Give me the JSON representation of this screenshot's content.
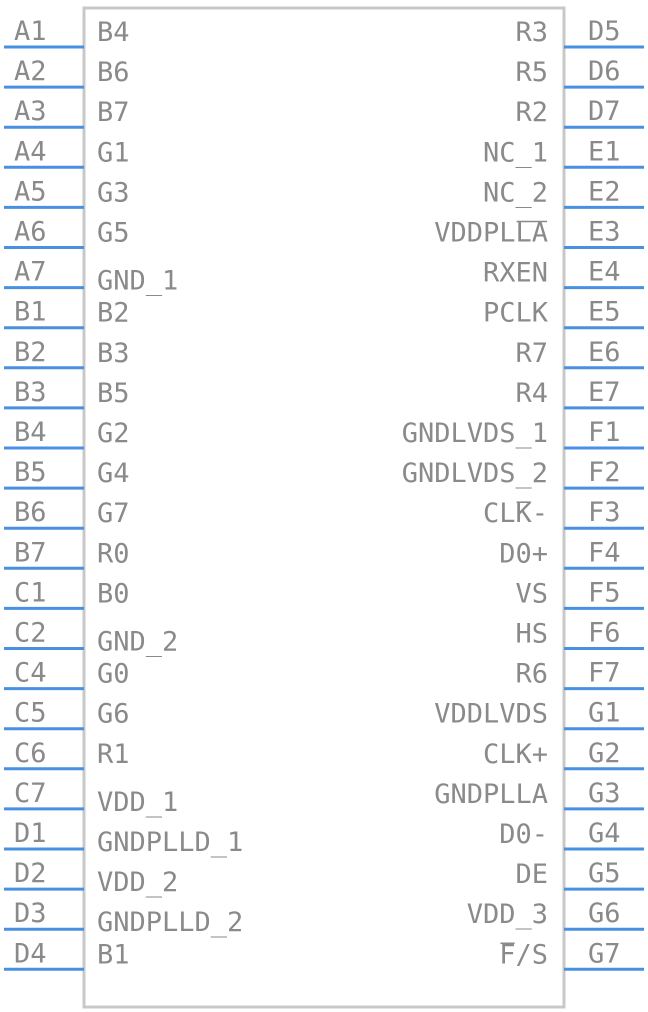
{
  "component": {
    "left_pins": [
      {
        "number": "A1",
        "name": "B4"
      },
      {
        "number": "A2",
        "name": "B6"
      },
      {
        "number": "A3",
        "name": "B7"
      },
      {
        "number": "A4",
        "name": "G1"
      },
      {
        "number": "A5",
        "name": "G3"
      },
      {
        "number": "A6",
        "name": "G5"
      },
      {
        "number": "A7",
        "name": "GND_1"
      },
      {
        "number": "B1",
        "name": "B2"
      },
      {
        "number": "B2",
        "name": "B3"
      },
      {
        "number": "B3",
        "name": "B5"
      },
      {
        "number": "B4",
        "name": "G2"
      },
      {
        "number": "B5",
        "name": "G4"
      },
      {
        "number": "B6",
        "name": "G7"
      },
      {
        "number": "B7",
        "name": "R0"
      },
      {
        "number": "C1",
        "name": "B0"
      },
      {
        "number": "C2",
        "name": "GND_2"
      },
      {
        "number": "C4",
        "name": "G0"
      },
      {
        "number": "C5",
        "name": "G6"
      },
      {
        "number": "C6",
        "name": "R1"
      },
      {
        "number": "C7",
        "name": "VDD_1"
      },
      {
        "number": "D1",
        "name": "GNDPLLD_1"
      },
      {
        "number": "D2",
        "name": "VDD_2"
      },
      {
        "number": "D3",
        "name": "GNDPLLD_2"
      },
      {
        "number": "D4",
        "name": "B1"
      }
    ],
    "right_pins": [
      {
        "number": "D5",
        "name": "R3"
      },
      {
        "number": "D6",
        "name": "R5"
      },
      {
        "number": "D7",
        "name": "R2"
      },
      {
        "number": "E1",
        "name": "NC_1"
      },
      {
        "number": "E2",
        "name": "NC_2"
      },
      {
        "number": "E3",
        "name": "VDDPLLA",
        "overline": "LA"
      },
      {
        "number": "E4",
        "name": "RXEN"
      },
      {
        "number": "E5",
        "name": "PCLK"
      },
      {
        "number": "E6",
        "name": "R7"
      },
      {
        "number": "E7",
        "name": "R4"
      },
      {
        "number": "F1",
        "name": "GNDLVDS_1"
      },
      {
        "number": "F2",
        "name": "GNDLVDS_2"
      },
      {
        "number": "F3",
        "name": "CLK-",
        "overline": "K"
      },
      {
        "number": "F4",
        "name": "D0+"
      },
      {
        "number": "F5",
        "name": "VS"
      },
      {
        "number": "F6",
        "name": "HS"
      },
      {
        "number": "F7",
        "name": "R6"
      },
      {
        "number": "G1",
        "name": "VDDLVDS"
      },
      {
        "number": "G2",
        "name": "CLK+"
      },
      {
        "number": "G3",
        "name": "GNDPLLA"
      },
      {
        "number": "G4",
        "name": "D0-"
      },
      {
        "number": "G5",
        "name": "DE"
      },
      {
        "number": "G6",
        "name": "VDD_3"
      },
      {
        "number": "G7",
        "name": "F/S",
        "overline": "F"
      }
    ],
    "colors": {
      "pin": "#4a90e2",
      "body_outline": "#c8c8c8",
      "text": "#8a8a8a"
    }
  }
}
